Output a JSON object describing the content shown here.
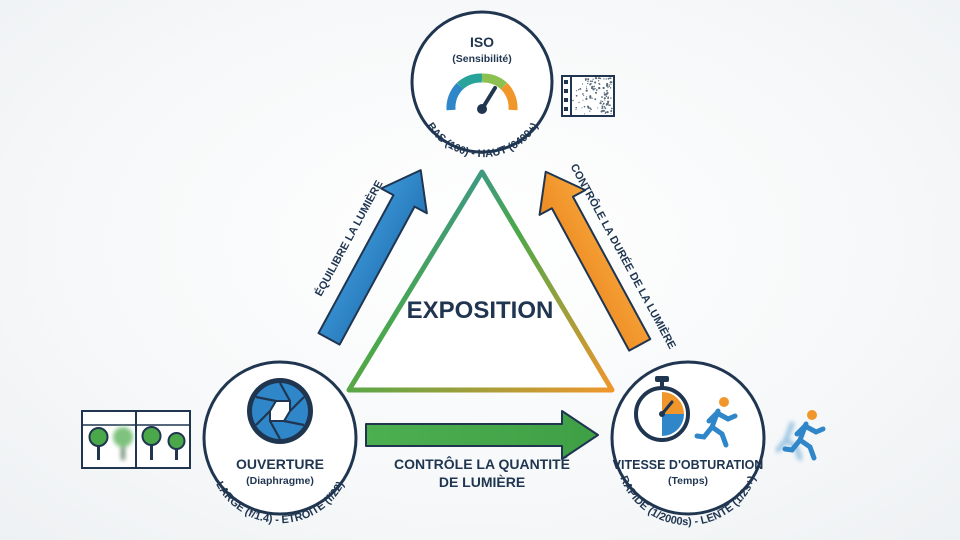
{
  "center": {
    "title": "EXPOSITION"
  },
  "iso": {
    "title": "ISO",
    "subtitle": "(Sensibilité)",
    "range": "BAS (100) - HAUT (6400+)"
  },
  "aperture": {
    "title": "OUVERTURE",
    "subtitle": "(Diaphragme)",
    "range": "LARGE (f/1.4) - ÉTROITE (f/22)"
  },
  "shutter": {
    "title": "VITESSE D'OBTURATION",
    "subtitle": "(Temps)",
    "range": "RAPIDE (1/2000s) - LENTE (1/2s+)"
  },
  "arrows": {
    "left": "ÉQUILIBRE LA LUMIÈRE",
    "right": "CONTRÔLE LA DURÉE DE LA LUMIÈRE",
    "bottom_line1": "CONTRÔLE LA QUANTITÉ",
    "bottom_line2": "DE LUMIÈRE"
  },
  "colors": {
    "navy": "#1f3550",
    "blue": "#2f86c8",
    "orange": "#f0962b",
    "green": "#4aa84a",
    "teal": "#27a39a"
  },
  "icons": [
    "iso-gauge-icon",
    "film-grain-icon",
    "aperture-blades-icon",
    "depth-of-field-trees-icon",
    "stopwatch-icon",
    "runner-icon",
    "motion-blur-runner-icon"
  ]
}
